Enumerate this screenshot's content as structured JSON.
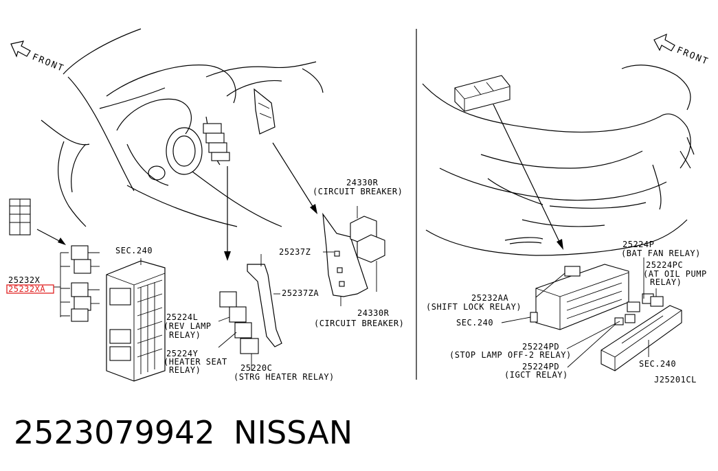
{
  "diagram": {
    "front_left": "FRONT",
    "front_right": "FRONT",
    "labels": {
      "p25232X": "25232X",
      "p25232XA": "25232XA",
      "sec240_top": "SEC.240",
      "p24330R_top": "24330R",
      "circuit_breaker_top": "(CIRCUIT BREAKER)",
      "p25237Z": "25237Z",
      "p25237ZA": "25237ZA",
      "p24330R_bottom": "24330R",
      "circuit_breaker_bottom": "(CIRCUIT BREAKER)",
      "p25224L": "25224L",
      "rev_lamp_1": "(REV LAMP",
      "rev_lamp_2": "RELAY)",
      "p25224Y": "25224Y",
      "heater_seat_1": "(HEATER SEAT",
      "heater_seat_2": "RELAY)",
      "p25220C": "25220C",
      "strg_heater": "(STRG HEATER RELAY)",
      "p25224P": "25224P",
      "bat_fan": "(BAT FAN RELAY)",
      "p25224PC": "25224PC",
      "at_oil_1": "(AT OIL PUMP",
      "at_oil_2": "RELAY)",
      "p25232AA": "25232AA",
      "shift_lock": "(SHIFT LOCK RELAY)",
      "sec240_right": "SEC.240",
      "p25224PD_1": "25224PD",
      "stop_lamp": "(STOP LAMP OFF-2 RELAY)",
      "p25224PD_2": "25224PD",
      "igct": "(IGCT RELAY)",
      "sec240_bottom_right": "SEC.240",
      "diagram_code": "J25201CL"
    },
    "highlight_color": "#e02020"
  },
  "caption": {
    "part_number": "2523079942",
    "brand": "NISSAN"
  }
}
